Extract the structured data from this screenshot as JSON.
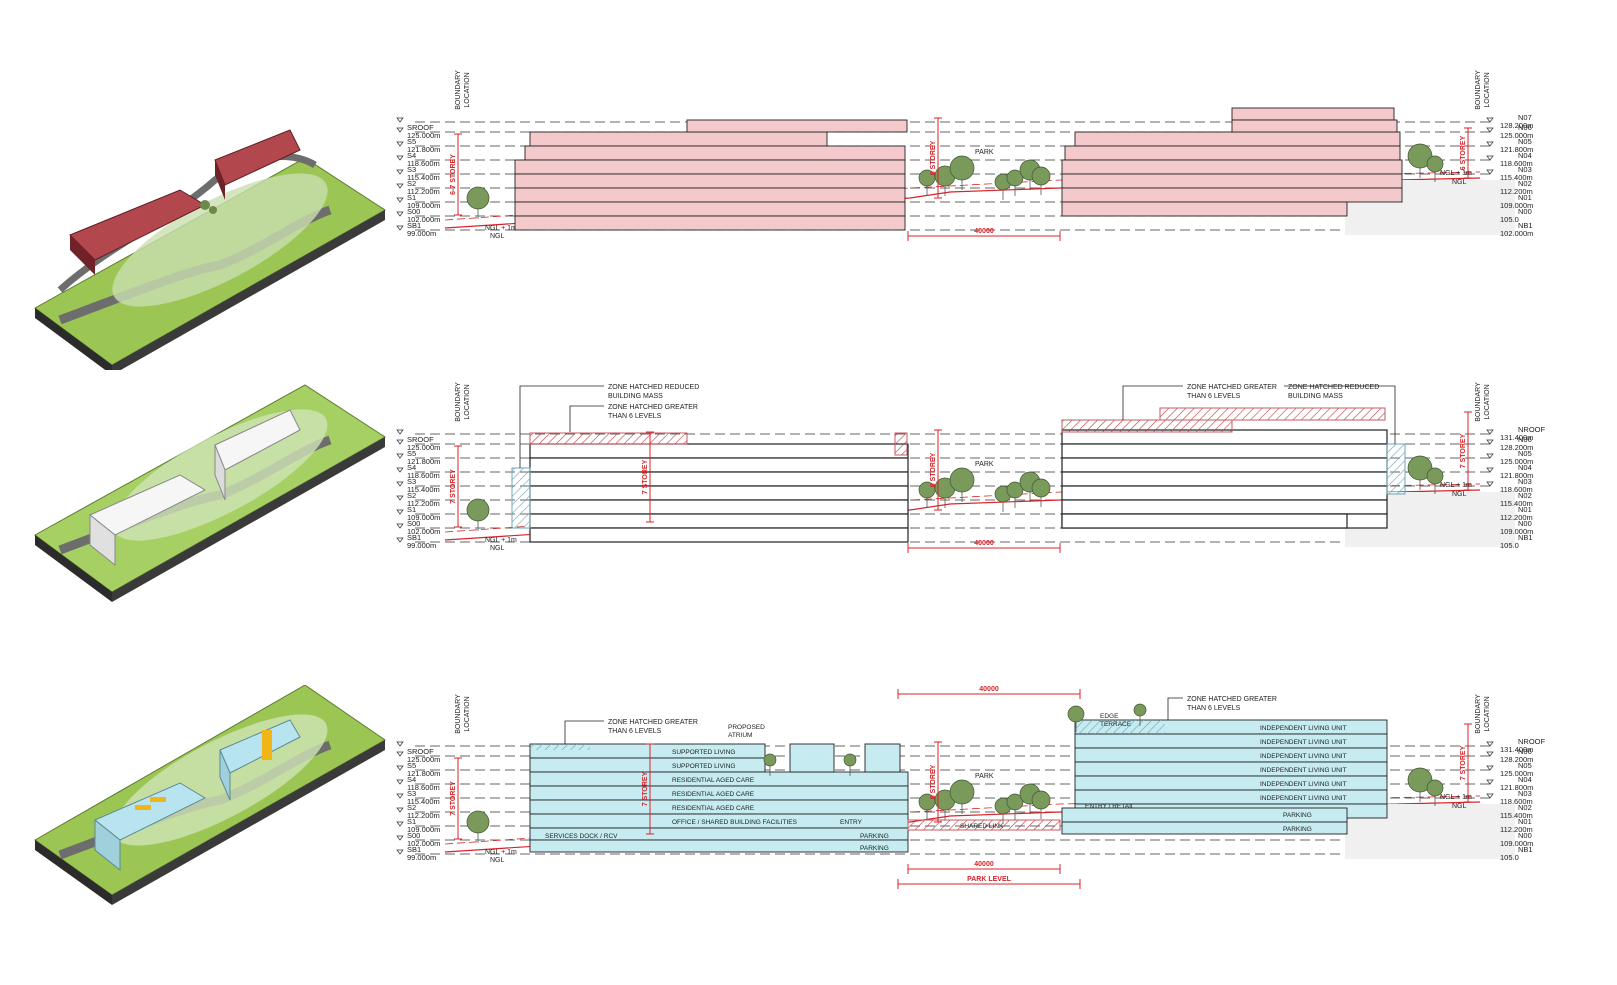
{
  "level_names_left": [
    "SROOF",
    "S5",
    "S4",
    "S3",
    "S2",
    "S1",
    "S00",
    "SB1"
  ],
  "level_names_right": [
    "N07",
    "N06",
    "N05",
    "N04",
    "N03",
    "N02",
    "N01",
    "N00",
    "NB1"
  ],
  "level_names_right_roof": [
    "NROOF",
    "N06",
    "N05",
    "N04",
    "N03",
    "N02",
    "N01",
    "N00",
    "NB1"
  ],
  "levels_left": [
    "125.000m",
    "121.800m",
    "118.600m",
    "115.400m",
    "112.200m",
    "109.000m",
    "102.000m",
    "99.000m"
  ],
  "levels_right_1": [
    "128.200m",
    "125.000m",
    "121.800m",
    "118.600m",
    "115.400m",
    "112.200m",
    "109.000m",
    "105.0",
    "102.000m"
  ],
  "levels_right_2": [
    "131.400m",
    "128.200m",
    "125.000m",
    "121.800m",
    "118.600m",
    "115.400m",
    "112.200m",
    "109.000m",
    "105.0",
    "102.000m"
  ],
  "boundary": [
    "BOUNDARY",
    "LOCATION"
  ],
  "labels": {
    "park": "PARK",
    "ngl": "NGL",
    "ngl_plus": "NGL + 1m",
    "dim_40000": "40000",
    "park_level": "PARK LEVEL",
    "shared_link": "SHARED LINK",
    "entry_retail": "ENTRY / RETAIL",
    "edge_terrace": [
      "EDGE",
      "TERRACE"
    ],
    "proposed_atrium": [
      "PROPOSED",
      "ATRIUM"
    ],
    "entry": "ENTRY"
  },
  "storey_tags": {
    "p1_left": "6-7 STOREY",
    "p1_mid": "6 STOREY",
    "p1_right": "6 STOREY",
    "p2_left": "7 STOREY",
    "p2_bld": "7 STOREY",
    "p2_mid": "6 STOREY",
    "p2_right": "7 STOREY",
    "p3_left": "7 STOREY",
    "p3_bld": "7 STOREY",
    "p3_mid": "6 STOREY",
    "p3_right": "7 STOREY"
  },
  "notes": {
    "reduced": [
      "ZONE HATCHED REDUCED",
      "BUILDING MASS"
    ],
    "greater": [
      "ZONE HATCHED GREATER",
      "THAN 6 LEVELS"
    ]
  },
  "uses_left": [
    "SUPPORTED LIVING",
    "SUPPORTED LIVING",
    "RESIDENTIAL AGED CARE",
    "RESIDENTIAL AGED CARE",
    "RESIDENTIAL AGED CARE",
    "OFFICE / SHARED BUILDING FACILITIES"
  ],
  "services": "SERVICES DOCK / RCV",
  "parking": "PARKING",
  "ilu": "INDEPENDENT LIVING UNIT",
  "colors": {
    "pink": "#f3c9cc",
    "pink_line": "#c45a62",
    "cyan": "#c6ecf1",
    "red_dim": "#d8232a",
    "grass": "#9bc653",
    "road": "#6d6d6d"
  }
}
